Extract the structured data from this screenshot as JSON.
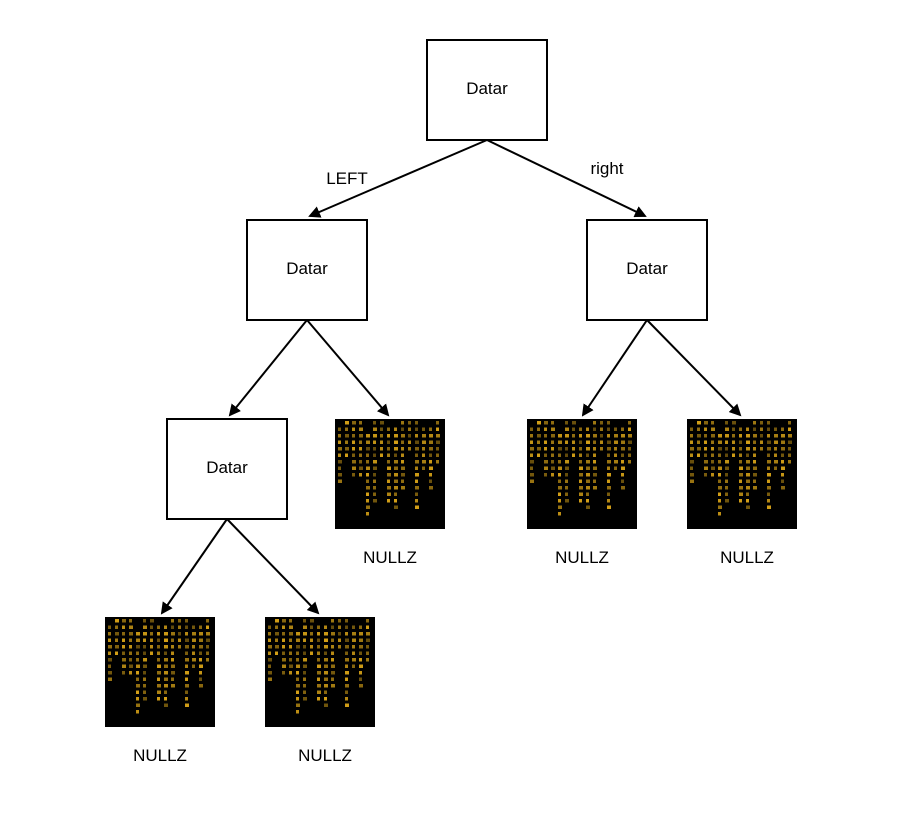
{
  "nodes": {
    "root": "Datar",
    "left": "Datar",
    "right": "Datar",
    "left_left": "Datar"
  },
  "edge_labels": {
    "root_left": "LEFT",
    "root_right": "right"
  },
  "null_leaves": {
    "left_right": "NULLZ",
    "right_left": "NULLZ",
    "right_right": "NULLZ",
    "left_left_left": "NULLZ",
    "left_left_right": "NULLZ"
  },
  "leaf_image": {
    "name": "matrix-code-rain",
    "background": "#000000",
    "glyph_color": "#d4a017"
  }
}
